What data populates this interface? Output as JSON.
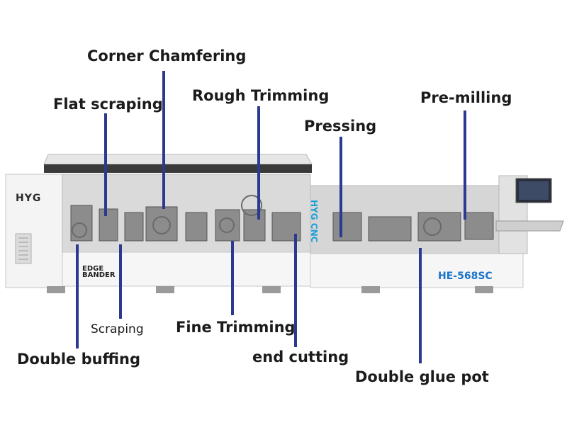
{
  "labels": {
    "corner_chamfering": "Corner Chamfering",
    "flat_scraping": "Flat scraping",
    "rough_trimming": "Rough Trimming",
    "pressing": "Pressing",
    "pre_milling": "Pre-milling",
    "scraping": "Scraping",
    "fine_trimming": "Fine Trimming",
    "end_cutting": "end cutting",
    "double_buffing": "Double buffing",
    "double_glue_pot": "Double glue pot"
  },
  "machine": {
    "logo": "HYG",
    "vertical_brand": "HYG CNC",
    "body_text_line1": "EDGE",
    "body_text_line2": "BANDER",
    "model": "HE-568SC"
  },
  "colors": {
    "leader": "#2b3a8f",
    "model_text": "#1a73c9",
    "brand_text": "#1aa0d8"
  }
}
